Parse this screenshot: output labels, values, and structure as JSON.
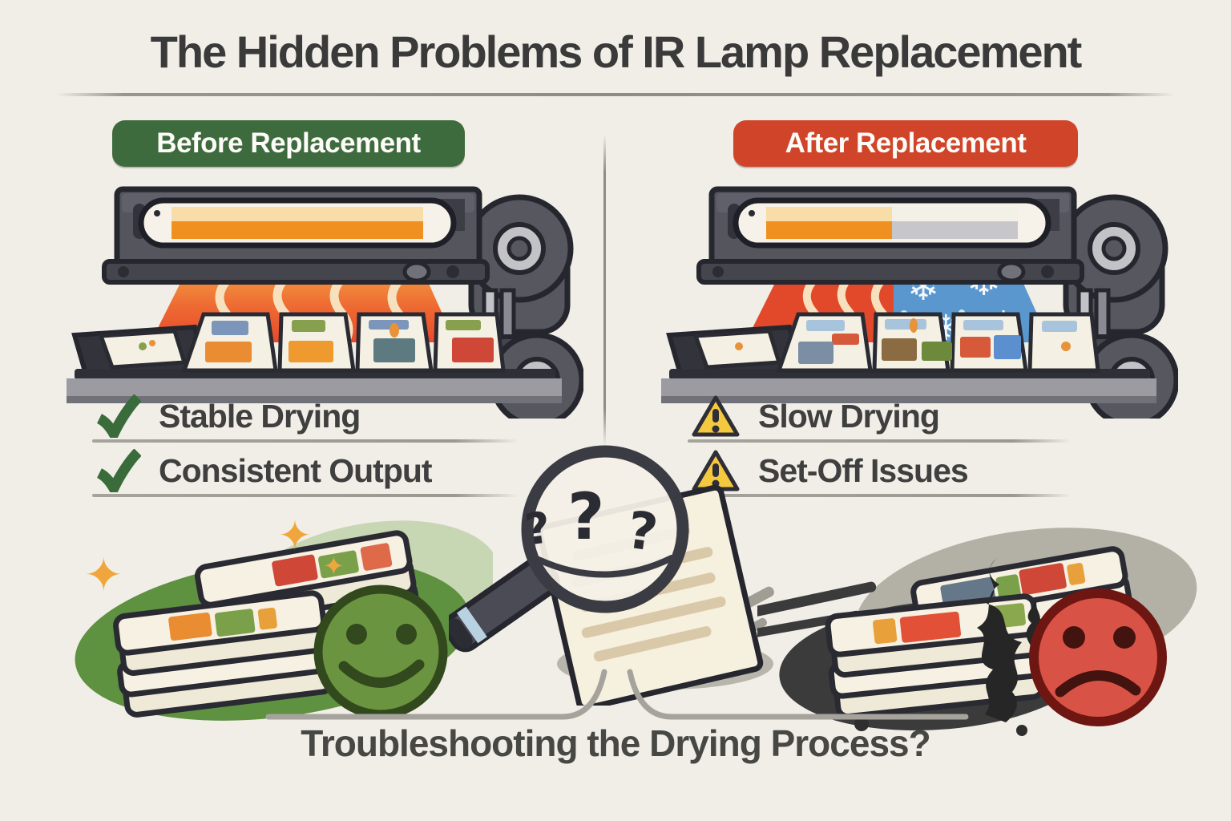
{
  "title": "The Hidden Problems of IR Lamp Replacement",
  "panels": {
    "before": {
      "banner": "Before Replacement",
      "items": [
        {
          "icon": "check",
          "label": "Stable Drying"
        },
        {
          "icon": "check",
          "label": "Consistent Output"
        }
      ]
    },
    "after": {
      "banner": "After Replacement",
      "items": [
        {
          "icon": "warning",
          "label": "Slow Drying"
        },
        {
          "icon": "warning",
          "label": "Set-Off Issues"
        }
      ]
    }
  },
  "magnifier": {
    "question_marks": [
      "?",
      "?",
      "?"
    ]
  },
  "footer": {
    "question": "Troubleshooting the Drying Process?"
  },
  "icons": {
    "check": "✓",
    "warning": "⚠",
    "snowflake": "❄",
    "sparkle": "✦"
  },
  "colors": {
    "background": "#f1eee8",
    "before_banner_green": "#3e6b3d",
    "after_banner_red": "#d0452a",
    "check_green": "#3a6b3a",
    "warning_yellow": "#f2c131",
    "lamp_orange": "#ef9021",
    "heat_red": "#e8492c",
    "cold_blue": "#5b97cf",
    "happy_face_green": "#6b9440",
    "sad_face_red": "#d95246",
    "machine_gray": "#55555e"
  }
}
